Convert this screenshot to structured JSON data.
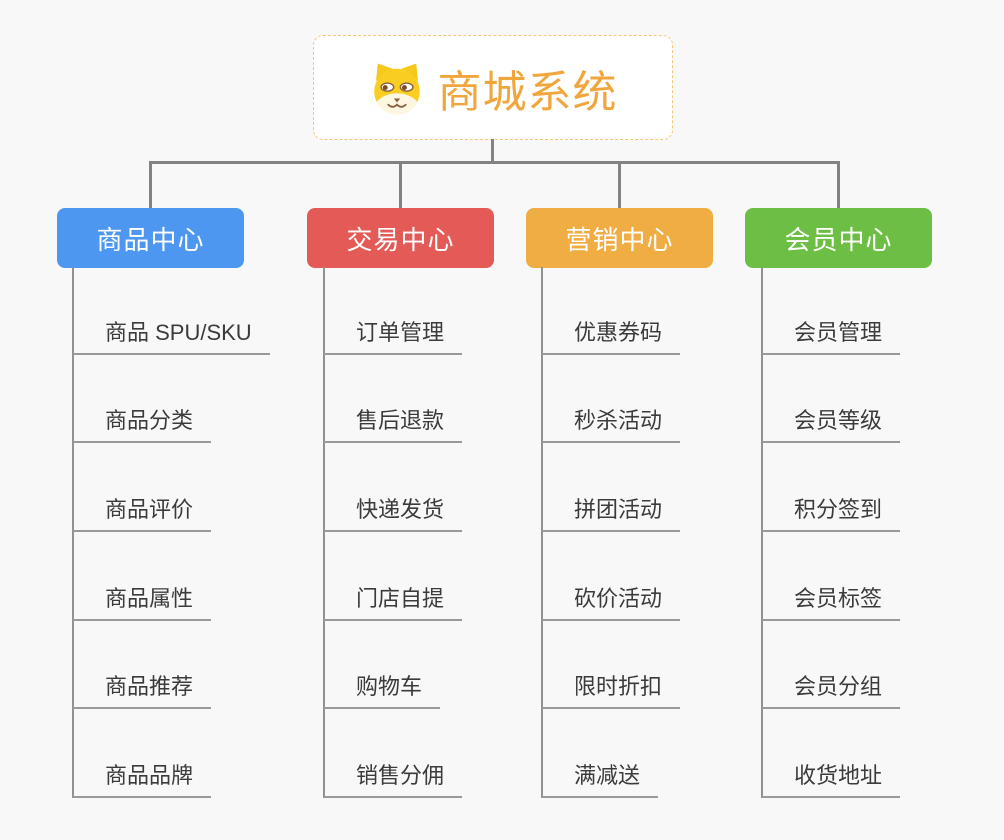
{
  "root": {
    "title": "商城系统",
    "icon": "dog-face-icon",
    "title_color": "#f0a63c",
    "border_color": "#f3c77a"
  },
  "branches": [
    {
      "label": "商品中心",
      "color": "#4d97f0",
      "children": [
        "商品 SPU/SKU",
        "商品分类",
        "商品评价",
        "商品属性",
        "商品推荐",
        "商品品牌"
      ]
    },
    {
      "label": "交易中心",
      "color": "#e45a57",
      "children": [
        "订单管理",
        "售后退款",
        "快递发货",
        "门店自提",
        "购物车",
        "销售分佣"
      ]
    },
    {
      "label": "营销中心",
      "color": "#efad43",
      "children": [
        "优惠券码",
        "秒杀活动",
        "拼团活动",
        "砍价活动",
        "限时折扣",
        "满减送"
      ]
    },
    {
      "label": "会员中心",
      "color": "#6cbe44",
      "children": [
        "会员管理",
        "会员等级",
        "积分签到",
        "会员标签",
        "会员分组",
        "收货地址"
      ]
    }
  ],
  "style": {
    "background": "#f8f8f8",
    "connector_color": "#828282",
    "leaf_line_color": "#999999",
    "leaf_text_color": "#3b3b3b"
  }
}
